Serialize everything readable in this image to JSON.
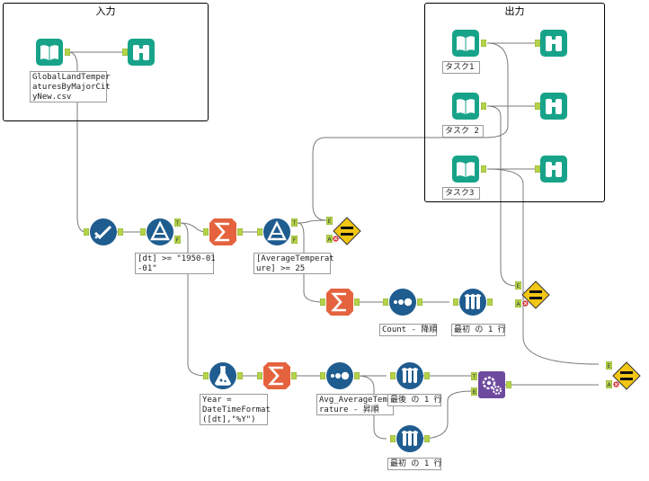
{
  "containers": {
    "input": {
      "title": "入力"
    },
    "output": {
      "title": "出力"
    }
  },
  "annotations": {
    "input_file": "GlobalLandTemper\naturesByMajorCit\nyNew.csv",
    "filter_dt": "[dt] >= \"1950-01\n-01\"",
    "filter_avg": "[AverageTemperat\nure] >= 25",
    "formula_year": "Year =\nDateTimeFormat\n([dt],\"%Y\")",
    "count_sort": "Count - 降順",
    "avg_sort": "Avg_AverageTempe\nrature - 昇順",
    "sample_first_a": "最初 の 1 行",
    "sample_last": "最後 の 1 行",
    "sample_first_b": "最初 の 1 行",
    "task1": "タスク1",
    "task2": "タスク 2",
    "task3": "タスク3"
  },
  "anchors": {
    "true": "T",
    "false": "F",
    "join_true": "T",
    "join_b": "B",
    "expected": "E",
    "actual": "A"
  },
  "icons": {
    "input_data": "book-icon",
    "browse": "binoculars-icon",
    "select": "checkmark-select-icon",
    "filter": "filter-triangle-icon",
    "summarize": "sigma-icon",
    "sort": "dots-sort-icon",
    "formula": "flask-icon",
    "sample": "test-tubes-icon",
    "macro": "gears-icon",
    "test": "equals-diamond-icon"
  },
  "colors": {
    "in_out": "#17a389",
    "preparation": "#1f5c8f",
    "transform": "#e4633e",
    "developer": "#6e4a9e",
    "test": "#f2c614",
    "anchor": "#b5d34a",
    "wire": "#7a7a7a"
  }
}
